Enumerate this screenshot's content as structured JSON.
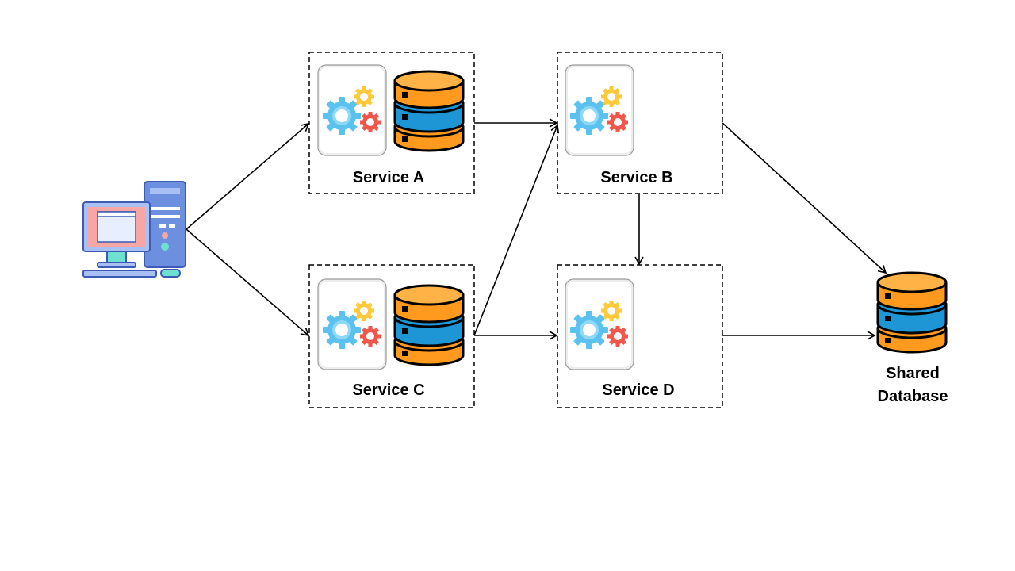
{
  "services": [
    {
      "id": "a",
      "label": "Service A",
      "has_database": true
    },
    {
      "id": "b",
      "label": "Service B",
      "has_database": false
    },
    {
      "id": "c",
      "label": "Service C",
      "has_database": true
    },
    {
      "id": "d",
      "label": "Service D",
      "has_database": false
    }
  ],
  "shared_database": {
    "line1": "Shared",
    "line2": "Database"
  },
  "client": {
    "icon": "desktop-computer-icon"
  },
  "edges": [
    {
      "from": "client",
      "to": "service-a"
    },
    {
      "from": "client",
      "to": "service-c"
    },
    {
      "from": "service-a",
      "to": "service-b"
    },
    {
      "from": "service-c",
      "to": "service-b"
    },
    {
      "from": "service-c",
      "to": "service-d"
    },
    {
      "from": "service-b",
      "to": "service-d"
    },
    {
      "from": "service-b",
      "to": "shared-database"
    },
    {
      "from": "service-d",
      "to": "shared-database"
    }
  ],
  "colors": {
    "db_orange": "#FF9A1F",
    "db_orange_dark": "#FF7A00",
    "db_blue": "#1E96D6",
    "db_blue_dark": "#1079B8",
    "gear_blue": "#5BC2F0",
    "gear_yellow": "#FFC93C",
    "gear_red": "#F2564A",
    "pc_blue": "#6C8FE0",
    "pc_screen": "#F7A6A6"
  }
}
